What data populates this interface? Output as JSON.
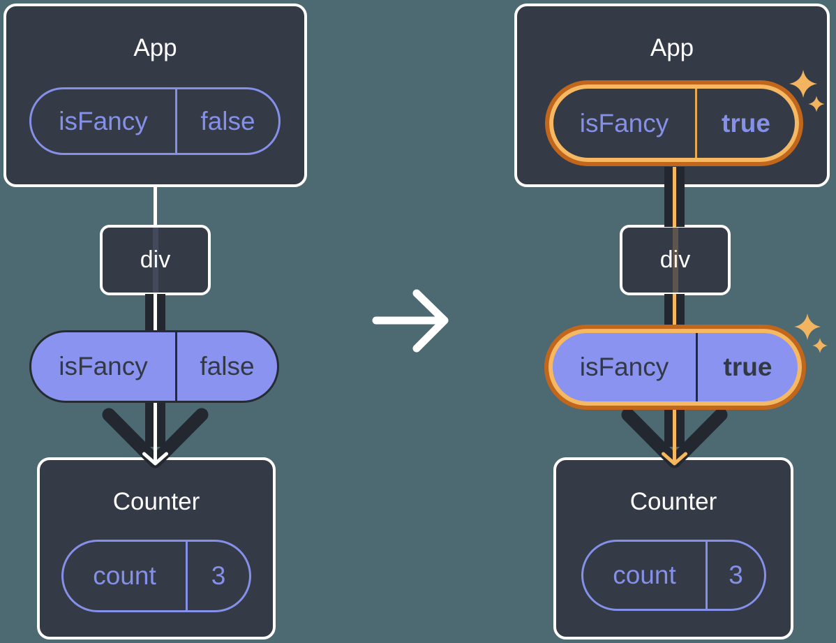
{
  "colors": {
    "background": "#4D6972",
    "node_fill": "#343A46",
    "node_border": "#FFFFFF",
    "purple_stroke": "#8590E8",
    "purple_fill": "#8A93F0",
    "dark_line": "#23272F",
    "highlight_orange_outer": "#C2661B",
    "highlight_orange_inner": "#F7B862",
    "sparkle": "#F3B45F"
  },
  "left_tree": {
    "app": {
      "title": "App",
      "prop_name": "isFancy",
      "prop_value": "false"
    },
    "div": {
      "label": "div"
    },
    "passed_prop": {
      "name": "isFancy",
      "value": "false"
    },
    "counter": {
      "title": "Counter",
      "state_name": "count",
      "state_value": "3"
    }
  },
  "right_tree": {
    "app": {
      "title": "App",
      "prop_name": "isFancy",
      "prop_value": "true"
    },
    "div": {
      "label": "div"
    },
    "passed_prop": {
      "name": "isFancy",
      "value": "true"
    },
    "counter": {
      "title": "Counter",
      "state_name": "count",
      "state_value": "3"
    }
  }
}
